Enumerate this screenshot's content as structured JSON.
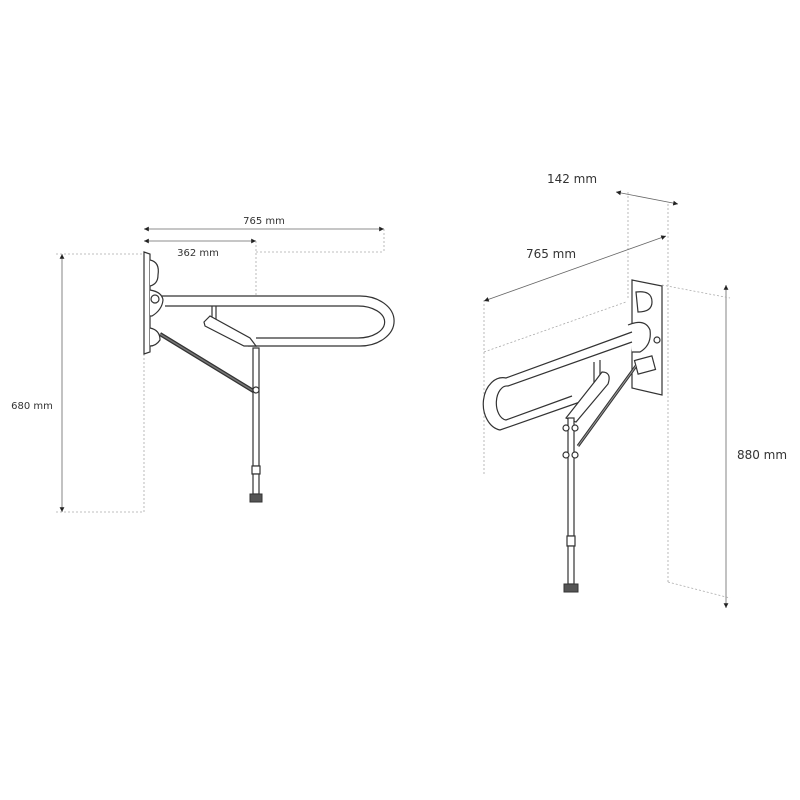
{
  "diagram": {
    "subject": "folding grab bar with support leg",
    "side_view": {
      "dimensions": {
        "total_length": "765 mm",
        "leg_position": "362 mm",
        "height": "680 mm"
      }
    },
    "perspective_view": {
      "dimensions": {
        "depth": "142 mm",
        "total_length": "765 mm",
        "height": "880 mm"
      }
    },
    "colors": {
      "line": "#333333",
      "dimension_line": "#666666",
      "background": "#ffffff"
    }
  }
}
